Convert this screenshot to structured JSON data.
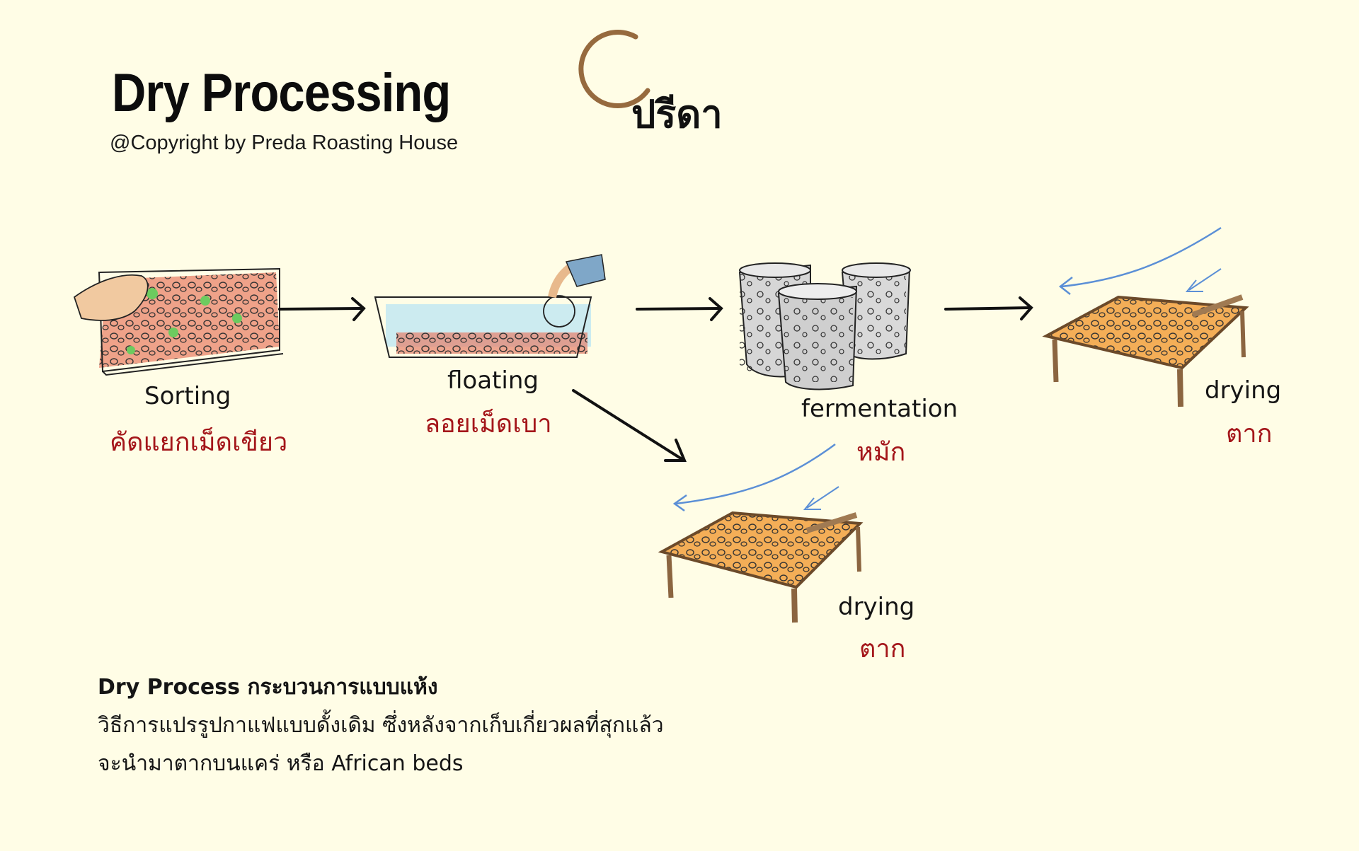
{
  "header": {
    "title": "Dry Processing",
    "copyright": "@Copyright by Preda Roasting House"
  },
  "logo": {
    "text": "ปรีดา",
    "ring_color": "#8B5A2B"
  },
  "steps": [
    {
      "id": "sorting",
      "label_en": "Sorting",
      "label_th": "คัดแยกเม็ดเขียว",
      "illustration": "hand-sorting-cherries-tray"
    },
    {
      "id": "floating",
      "label_en": "floating",
      "label_th": "ลอยเม็ดเบา",
      "illustration": "floating-cherries-water-tank"
    },
    {
      "id": "fermentation",
      "label_en": "fermentation",
      "label_th": "หมัก",
      "illustration": "fermentation-buckets"
    },
    {
      "id": "drying-a",
      "label_en": "drying",
      "label_th": "ตาก",
      "illustration": "african-drying-bed"
    },
    {
      "id": "drying-b",
      "label_en": "drying",
      "label_th": "ตาก",
      "illustration": "african-drying-bed"
    }
  ],
  "flow": [
    {
      "from": "sorting",
      "to": "floating"
    },
    {
      "from": "floating",
      "to": "fermentation"
    },
    {
      "from": "fermentation",
      "to": "drying-a"
    },
    {
      "from": "floating",
      "to": "drying-b"
    }
  ],
  "description": {
    "heading": "Dry Process กระบวนการแบบแห้ง",
    "lines": [
      "วิธีการแปรรูปกาแฟแบบดั้งเดิม ซึ่งหลังจากเก็บเกี่ยวผลที่สุกแล้ว",
      "จะนำมาตากบนแคร่ หรือ African beds"
    ]
  },
  "colors": {
    "background": "#FFFDE6",
    "thai_label": "#A4161A",
    "wind_arrow": "#5B8FD6",
    "flow_arrow": "#111111"
  }
}
